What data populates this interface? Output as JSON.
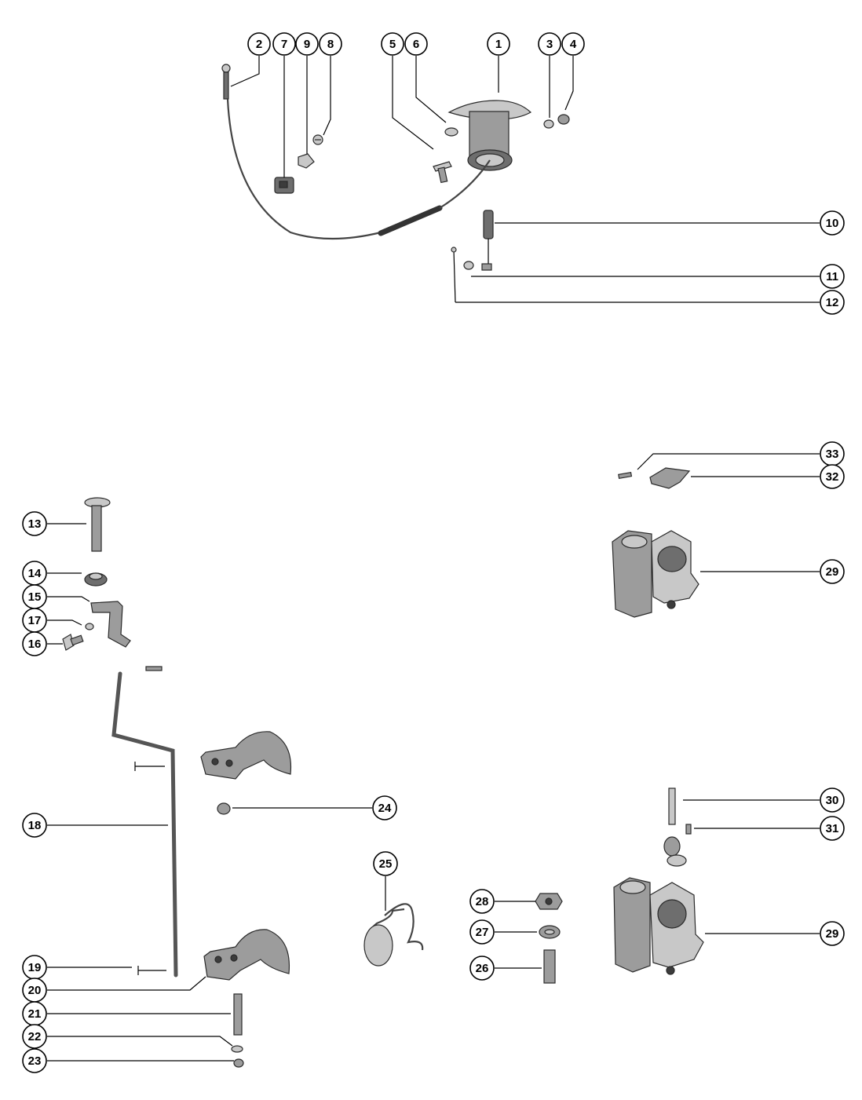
{
  "callouts": [
    {
      "id": "c2",
      "label": "2"
    },
    {
      "id": "c7",
      "label": "7"
    },
    {
      "id": "c9",
      "label": "9"
    },
    {
      "id": "c8",
      "label": "8"
    },
    {
      "id": "c5",
      "label": "5"
    },
    {
      "id": "c6",
      "label": "6"
    },
    {
      "id": "c1",
      "label": "1"
    },
    {
      "id": "c3",
      "label": "3"
    },
    {
      "id": "c4",
      "label": "4"
    },
    {
      "id": "c10",
      "label": "10"
    },
    {
      "id": "c11",
      "label": "11"
    },
    {
      "id": "c12",
      "label": "12"
    },
    {
      "id": "c33",
      "label": "33"
    },
    {
      "id": "c32",
      "label": "32"
    },
    {
      "id": "c29a",
      "label": "29"
    },
    {
      "id": "c13",
      "label": "13"
    },
    {
      "id": "c14",
      "label": "14"
    },
    {
      "id": "c15",
      "label": "15"
    },
    {
      "id": "c17",
      "label": "17"
    },
    {
      "id": "c16",
      "label": "16"
    },
    {
      "id": "c24",
      "label": "24"
    },
    {
      "id": "c18",
      "label": "18"
    },
    {
      "id": "c30",
      "label": "30"
    },
    {
      "id": "c31",
      "label": "31"
    },
    {
      "id": "c25",
      "label": "25"
    },
    {
      "id": "c28",
      "label": "28"
    },
    {
      "id": "c27",
      "label": "27"
    },
    {
      "id": "c29b",
      "label": "29"
    },
    {
      "id": "c26",
      "label": "26"
    },
    {
      "id": "c19",
      "label": "19"
    },
    {
      "id": "c20",
      "label": "20"
    },
    {
      "id": "c21",
      "label": "21"
    },
    {
      "id": "c22",
      "label": "22"
    },
    {
      "id": "c23",
      "label": "23"
    }
  ]
}
